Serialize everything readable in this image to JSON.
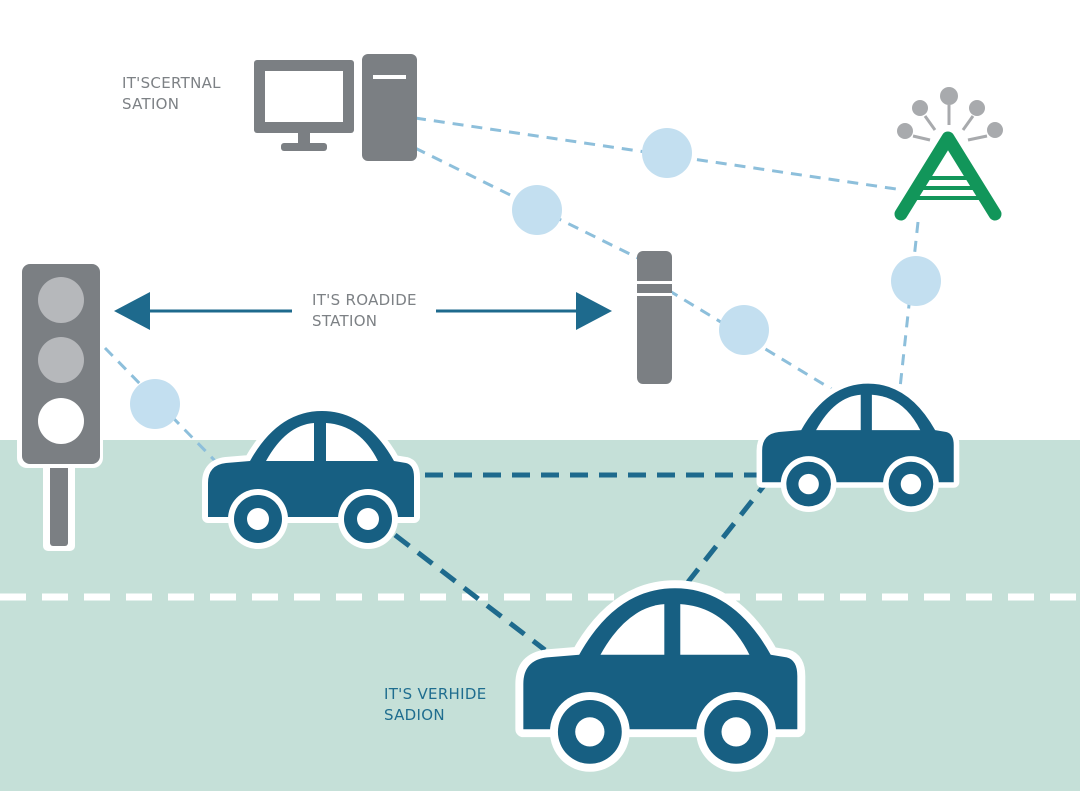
{
  "labels": {
    "central_station": [
      "IT'SCERTNAL",
      "SATION"
    ],
    "roadside_station": [
      "IT'S ROADIDE",
      "STATION"
    ],
    "vehicle_station": [
      "IT'S VERHIDE",
      "SADION"
    ]
  },
  "colors": {
    "road": "#c5e0d8",
    "vehicle": "#175f82",
    "node": "#c3dff0",
    "link": "#8dbfdb",
    "device": "#7b7f83",
    "antenna": "#12965a",
    "lane_marking": "#ffffff"
  },
  "icons": [
    "computer-monitor-icon",
    "computer-tower-icon",
    "traffic-light-icon",
    "roadside-unit-icon",
    "antenna-icon",
    "car-icon",
    "double-arrow-icon"
  ]
}
